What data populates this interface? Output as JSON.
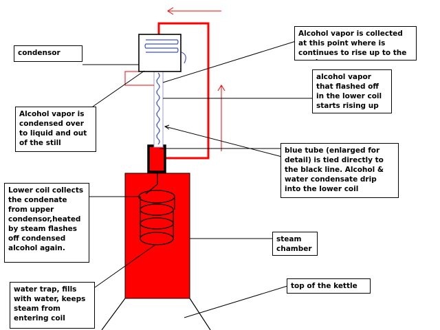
{
  "labels": {
    "condensor": "condensor",
    "vapor_collected": "Alcohol vapor is collected at this point where is continues to rise up to the condensor",
    "vapor_flashed": "alcohol vapor that flashed off in the lower coil starts rising up",
    "vapor_condensed": "Alcohol vapor is condensed over to liquid and out of the still",
    "blue_tube": "blue tube (enlarged for detail) is tied directly to the black line.  Alcohol & water condensate drip into the lower coil",
    "lower_coil": "Lower coil collects the condenate from upper condensor,heated by steam flashes off condensed alcohol again.",
    "steam_chamber": "steam chamber",
    "top_of_kettle": "top of the kettle",
    "water_trap": "water trap, fills with water, keeps steam from entering coil"
  },
  "colors": {
    "steam_chamber": "#ff0000",
    "red_pipe": "#ff0000",
    "blue_tube": "#3a4ee8",
    "outline": "#000000",
    "background": "#ffffff"
  }
}
